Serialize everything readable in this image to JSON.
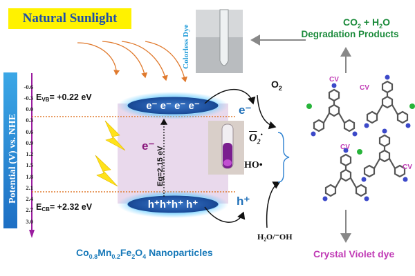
{
  "banner": {
    "text": "Natural Sunlight"
  },
  "axis": {
    "label": "Potential (V) vs. NHE",
    "ticks": [
      "-0.6",
      "-0.3",
      "0.0",
      "0.3",
      "0.6",
      "0.9",
      "1.2",
      "1.5",
      "1.8",
      "2.1",
      "2.4",
      "2.7",
      "3.0"
    ]
  },
  "bands": {
    "vb_prefix": "E",
    "vb_sub": "VB",
    "vb_value": "= +0.22 eV",
    "cb_prefix": "E",
    "cb_sub": "CB",
    "cb_value": "= +2.32 eV",
    "electrons_label": "e⁻ e⁻ e⁻ e⁻",
    "holes_label": "h⁺h⁺h⁺ h⁺",
    "gap_electron": "e⁻",
    "eg_label": "Eg=2.15 eV"
  },
  "nanoparticles": {
    "pre": "Co",
    "s1": "0.8",
    "m": "Mn",
    "s2": "0.2",
    "f": "Fe",
    "s3": "2",
    "o": "O",
    "s4": "4",
    "post": " Nanoparticles"
  },
  "colorless": {
    "label": "Colorless Dye"
  },
  "products": {
    "line1_a": "CO",
    "line1_sub": "2",
    "line1_b": " + H",
    "line1_sub2": "2",
    "line1_c": "O",
    "line2": "Degradation Products"
  },
  "species": {
    "o2_a": "O",
    "o2_sub": "2",
    "electron_right": "e⁻",
    "superoxide_a": "O",
    "superoxide_sub": "2",
    "superoxide_sup": "•",
    "hydroxyl": "HO•",
    "hole_right": "h⁺",
    "water": "H₂O/⁻OH"
  },
  "cv": {
    "labels": [
      "CV",
      "CV",
      "CV",
      "CV"
    ],
    "dye": "Crystal Violet dye"
  },
  "colors": {
    "band_blue": "#1f5fa8",
    "purple": "#8a1a7e",
    "green": "#1a8a3a",
    "magenta": "#c03ab5",
    "yellow": "#fff200"
  }
}
